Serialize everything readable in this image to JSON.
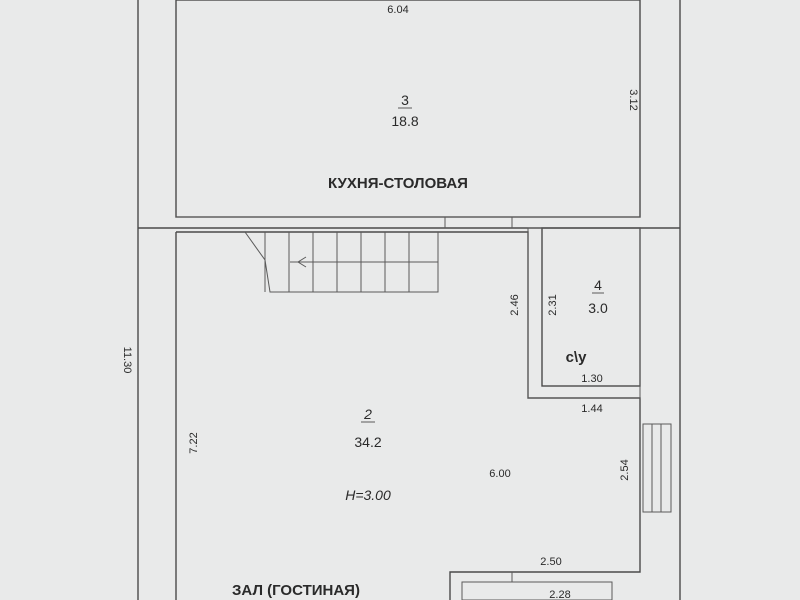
{
  "rooms": {
    "kitchen": {
      "number": "3",
      "area": "18.8",
      "label": "КУХНЯ-СТОЛОВАЯ"
    },
    "hall": {
      "number": "2",
      "area": "34.2",
      "height": "H=3.00",
      "label": "ЗАЛ (ГОСТИНАЯ)"
    },
    "bath": {
      "number": "4",
      "area": "3.0",
      "label": "с\\у"
    }
  },
  "dimensions": {
    "kitchen_top": "6.04",
    "kitchen_right": "3.12",
    "total_left": "11.30",
    "hall_left": "7.22",
    "hall_inner": "6.00",
    "bath_outer": "2.46",
    "bath_inner": "2.31",
    "bath_bottom": "1.30",
    "wall_144": "1.44",
    "right_254": "2.54",
    "bottom_250": "2.50",
    "bottom_228": "2.28"
  }
}
